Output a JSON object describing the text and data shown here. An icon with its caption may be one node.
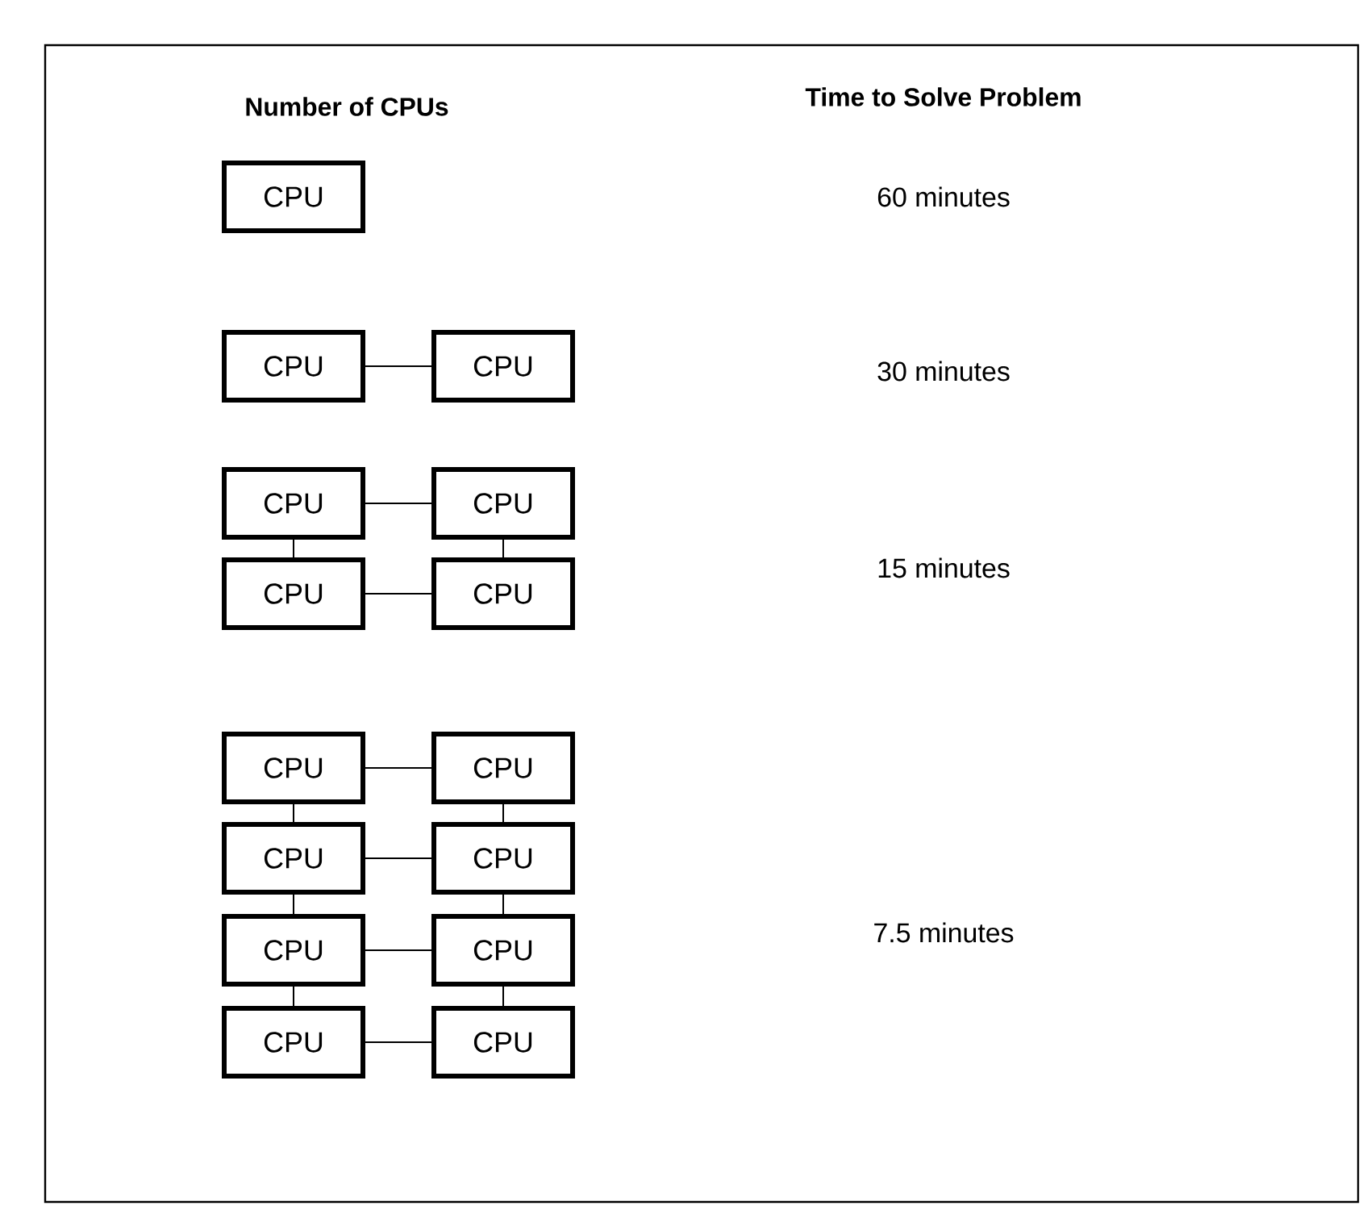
{
  "diagram": {
    "nodes": [
      {
        "text": [
          "CPU"
        ]
      },
      {
        "text": [
          "CPU"
        ]
      },
      {
        "text": [
          "CPU"
        ]
      },
      {
        "text": [
          "CPU"
        ]
      },
      {
        "text": [
          "CPU"
        ]
      },
      {
        "text": [
          "CPU"
        ]
      },
      {
        "text": [
          "CPU"
        ]
      },
      {
        "text": [
          "CPU"
        ]
      },
      {
        "text": [
          "CPU"
        ]
      },
      {
        "text": [
          "CPU"
        ]
      },
      {
        "text": [
          "CPU"
        ]
      },
      {
        "text": [
          "CPU"
        ]
      },
      {
        "text": [
          "CPU"
        ]
      },
      {
        "text": [
          "CPU"
        ]
      },
      {
        "text": [
          "CPU"
        ]
      }
    ],
    "edges": [
      {
        "from": 1,
        "to": 2,
        "arrow": "none"
      },
      {
        "from": 3,
        "to": 4,
        "arrow": "none"
      },
      {
        "from": 3,
        "to": 5,
        "arrow": "none"
      },
      {
        "from": 4,
        "to": 6,
        "arrow": "none"
      },
      {
        "from": 5,
        "to": 6,
        "arrow": "none"
      },
      {
        "from": 7,
        "to": 8,
        "arrow": "none"
      },
      {
        "from": 7,
        "to": 9,
        "arrow": "none"
      },
      {
        "from": 8,
        "to": 10,
        "arrow": "none"
      },
      {
        "from": 9,
        "to": 10,
        "arrow": "none"
      },
      {
        "from": 9,
        "to": 11,
        "arrow": "none"
      },
      {
        "from": 10,
        "to": 12,
        "arrow": "none"
      },
      {
        "from": 11,
        "to": 12,
        "arrow": "none"
      },
      {
        "from": 11,
        "to": 13,
        "arrow": "none"
      },
      {
        "from": 12,
        "to": 14,
        "arrow": "none"
      },
      {
        "from": 13,
        "to": 14,
        "arrow": "none"
      }
    ],
    "labels": [
      "Number of CPUs",
      "Time to Solve Problem",
      "60 minutes",
      "30 minutes",
      "15 minutes",
      "7.5 minutes"
    ]
  }
}
